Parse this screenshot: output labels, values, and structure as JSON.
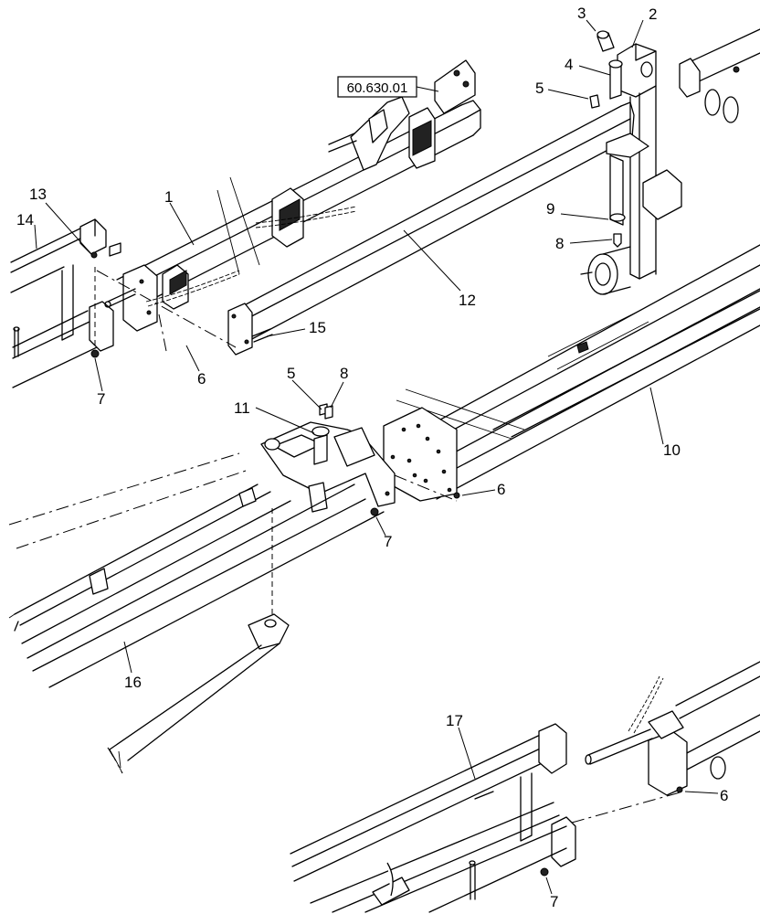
{
  "diagram": {
    "reference_label": "60.630.01",
    "callouts": [
      {
        "id": "c1",
        "text": "1"
      },
      {
        "id": "c2",
        "text": "2"
      },
      {
        "id": "c3",
        "text": "3"
      },
      {
        "id": "c4",
        "text": "4"
      },
      {
        "id": "c5a",
        "text": "5"
      },
      {
        "id": "c5b",
        "text": "5"
      },
      {
        "id": "c6a",
        "text": "6"
      },
      {
        "id": "c6b",
        "text": "6"
      },
      {
        "id": "c6c",
        "text": "6"
      },
      {
        "id": "c7a",
        "text": "7"
      },
      {
        "id": "c7b",
        "text": "7"
      },
      {
        "id": "c7c",
        "text": "7"
      },
      {
        "id": "c8a",
        "text": "8"
      },
      {
        "id": "c8b",
        "text": "8"
      },
      {
        "id": "c9",
        "text": "9"
      },
      {
        "id": "c10",
        "text": "10"
      },
      {
        "id": "c11",
        "text": "11"
      },
      {
        "id": "c12",
        "text": "12"
      },
      {
        "id": "c13",
        "text": "13"
      },
      {
        "id": "c14",
        "text": "14"
      },
      {
        "id": "c15",
        "text": "15"
      },
      {
        "id": "c16",
        "text": "16"
      },
      {
        "id": "c17",
        "text": "17"
      }
    ]
  }
}
